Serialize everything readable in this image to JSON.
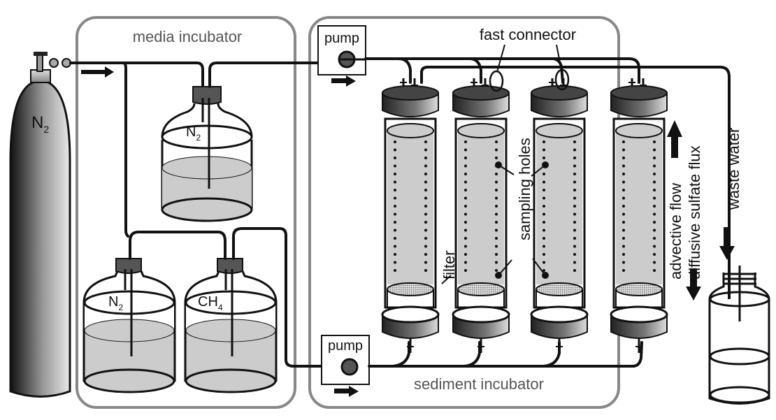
{
  "figure": {
    "gas_cylinder_label": "N",
    "gas_cylinder_sub": "2",
    "media_incubator_label": "media incubator",
    "sediment_incubator_label": "sediment incubator",
    "pump_top_label": "pump",
    "pump_bottom_label": "pump",
    "fast_connector_label": "fast connector",
    "sampling_holes_top_label": "sampling holes",
    "sampling_holes_bottom_label": "sampling holes",
    "filter_label": "filter",
    "advective_flow_label": "advective flow",
    "diffusive_flux_label": "diffusive sulfate flux",
    "waste_water_label": "waste water",
    "bottle_top": {
      "label": "N",
      "sub": "2"
    },
    "bottle_left": {
      "label": "N",
      "sub": "2"
    },
    "bottle_right": {
      "label": "CH",
      "sub": "4"
    },
    "column_count": 4
  },
  "colors": {
    "ink": "#111111",
    "incubator_border": "#888888",
    "liquid": "#cccccc",
    "cap": "#555555"
  }
}
